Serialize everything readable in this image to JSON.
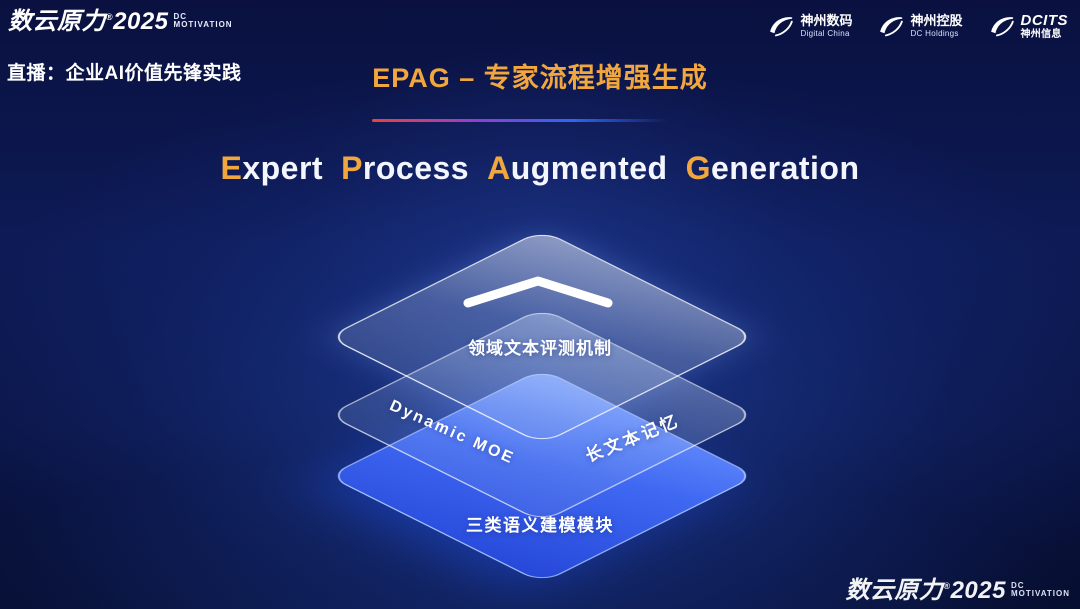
{
  "brand": {
    "name": "数云原力",
    "reg": "®",
    "year": "2025",
    "sub_line1": "DC",
    "sub_line2": "MOTIVATION"
  },
  "header": {
    "live_label": "直播：企业AI价值先锋实践",
    "logos": [
      {
        "name": "神州数码",
        "sub": "Digital China",
        "icon": "digital-china-swoosh-icon"
      },
      {
        "name": "神州控股",
        "sub": "DC Holdings",
        "icon": "dc-holdings-swoosh-icon"
      },
      {
        "name": "DCITS",
        "sub": "神州信息",
        "icon": "dcits-swoosh-icon"
      }
    ]
  },
  "title": {
    "cn": "EPAG – 专家流程增强生成",
    "en_full": "Expert Process Augmented Generation"
  },
  "title_en": {
    "words": [
      {
        "initial": "E",
        "rest": "xpert"
      },
      {
        "initial": "P",
        "rest": "rocess"
      },
      {
        "initial": "A",
        "rest": "ugmented"
      },
      {
        "initial": "G",
        "rest": "eneration"
      }
    ]
  },
  "diagram": {
    "top_layer": {
      "icon": "chevron-up-icon",
      "label": "领域文本评测机制"
    },
    "middle_layer": {
      "label_left": "Dynamic MOE",
      "label_right": "长文本记忆"
    },
    "bottom_layer": {
      "label": "三类语义建模模块"
    }
  },
  "colors": {
    "gold": "#F1A63E",
    "layer_blue": "#3F68F2",
    "divider_red": "#E8433F",
    "divider_blue": "#2E66F0",
    "background_navy": "#0B1545"
  }
}
